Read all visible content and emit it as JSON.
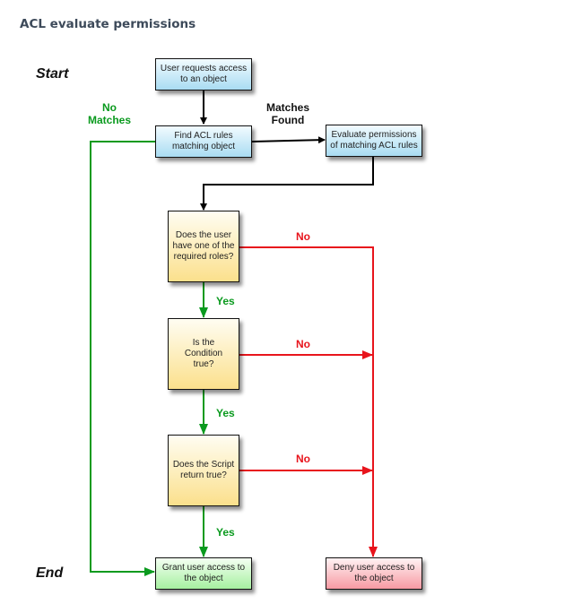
{
  "title": "ACL evaluate permissions",
  "labels": {
    "start": "Start",
    "end": "End",
    "no_matches": "No Matches",
    "matches_found": "Matches Found",
    "no": "No",
    "yes": "Yes"
  },
  "nodes": {
    "request": "User requests access to an object",
    "find": "Find ACL rules matching object",
    "evaluate": "Evaluate permissions of matching ACL rules",
    "roles": "Does the user have one of the required roles?",
    "condition": "Is the Condition true?",
    "script": "Does the Script return true?",
    "grant": "Grant user access to the object",
    "deny": "Deny user access to the object"
  },
  "colors": {
    "yes_path": "#0a9a1e",
    "no_path": "#e8141c",
    "flow": "#000000"
  }
}
